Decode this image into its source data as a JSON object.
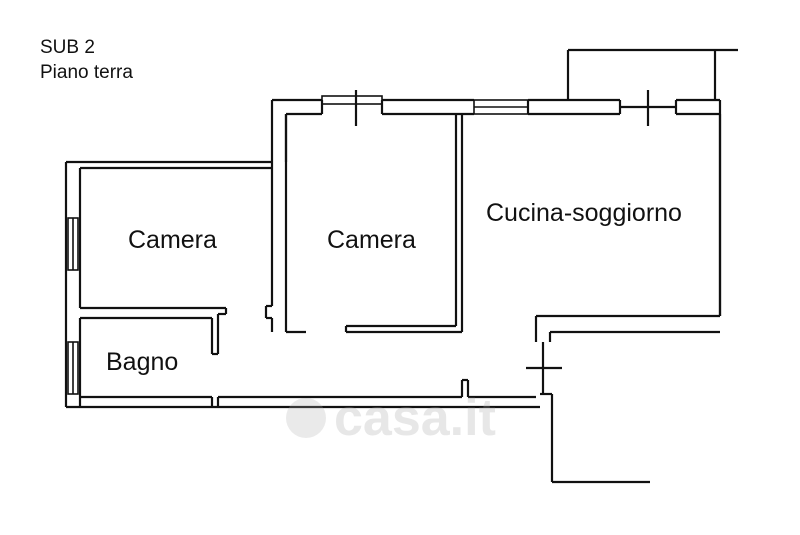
{
  "header": {
    "unit_label": "SUB 2",
    "floor_label": "Piano terra"
  },
  "rooms": [
    {
      "id": "camera-left",
      "label": "Camera"
    },
    {
      "id": "camera-center",
      "label": "Camera"
    },
    {
      "id": "cucina-soggiorno",
      "label": "Cucina-soggiorno"
    },
    {
      "id": "bagno",
      "label": "Bagno"
    }
  ],
  "watermark": {
    "text": "casa.it"
  },
  "colors": {
    "wall_stroke": "#111111",
    "background": "#ffffff",
    "watermark": "#aaaaaa"
  }
}
